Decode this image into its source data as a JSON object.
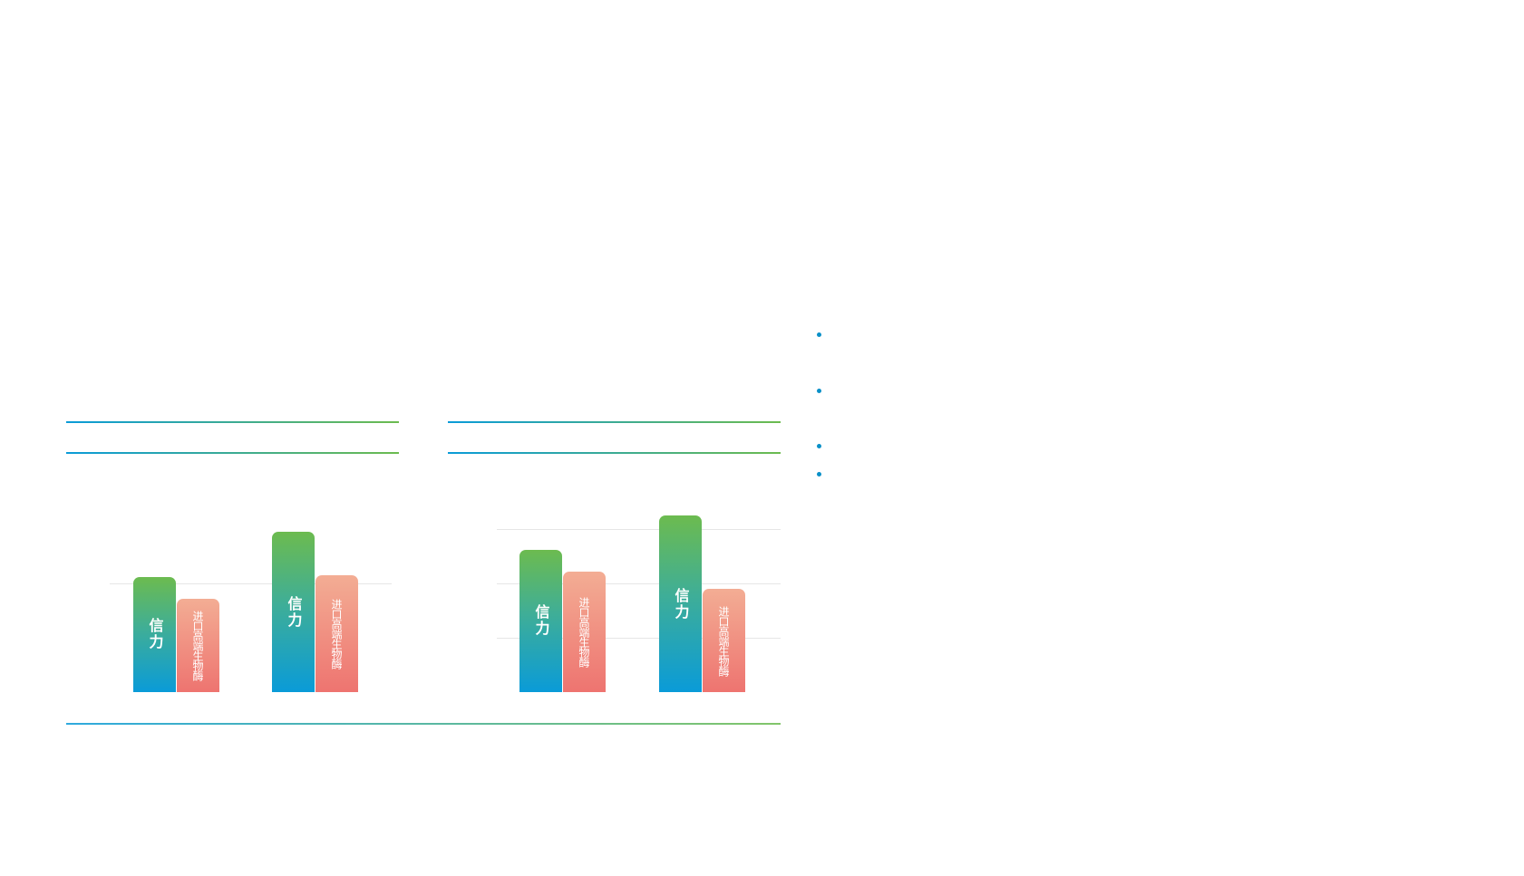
{
  "chart_data": [
    {
      "type": "bar",
      "title": "",
      "categories": [
        "",
        ""
      ],
      "series": [
        {
          "name": "信力",
          "values": [
            2.12,
            2.95
          ]
        },
        {
          "name": "进口高端生物酶",
          "values": [
            1.72,
            2.15
          ]
        }
      ],
      "gridlines": [
        2
      ],
      "ylim": [
        0,
        3.2
      ],
      "grid": true
    },
    {
      "type": "bar",
      "title": "",
      "categories": [
        "",
        ""
      ],
      "series": [
        {
          "name": "信力",
          "values": [
            2.62,
            3.25
          ]
        },
        {
          "name": "进口高端生物酶",
          "values": [
            2.22,
            1.9
          ]
        }
      ],
      "gridlines": [
        1,
        2,
        3
      ],
      "ylim": [
        0,
        3.4
      ],
      "grid": true
    }
  ],
  "colors": {
    "green_top": "#6cbb4f",
    "blue_bottom": "#0a9bd8",
    "salmon_top": "#f3ad94",
    "salmon_bottom": "#ee7470",
    "bullet": "#0a90c8"
  },
  "bullets_count": 4
}
